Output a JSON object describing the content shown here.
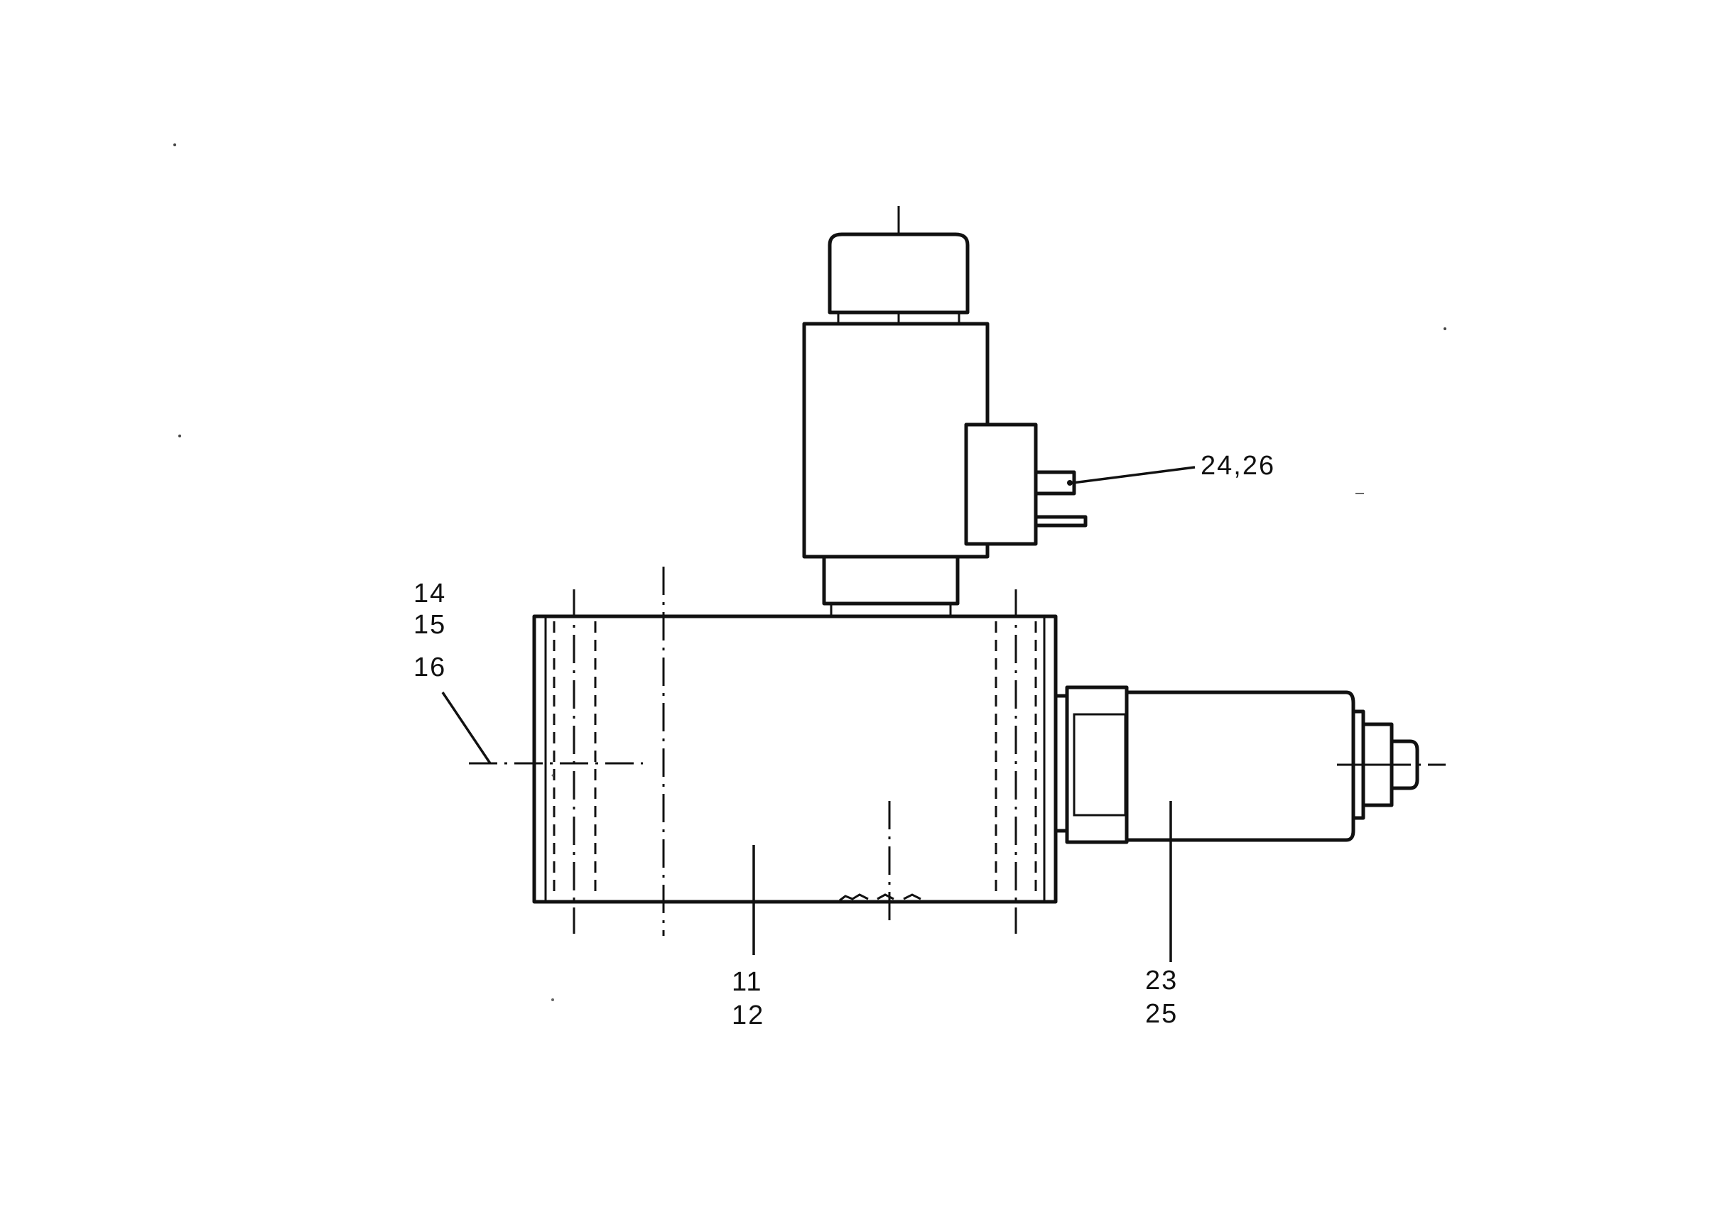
{
  "labels": {
    "solenoid": "24,26",
    "port_upper": "14",
    "port_middle": "15",
    "port_lower": "16",
    "body_upper": "11",
    "body_lower": "12",
    "cartridge_upper": "23",
    "cartridge_lower": "25"
  }
}
